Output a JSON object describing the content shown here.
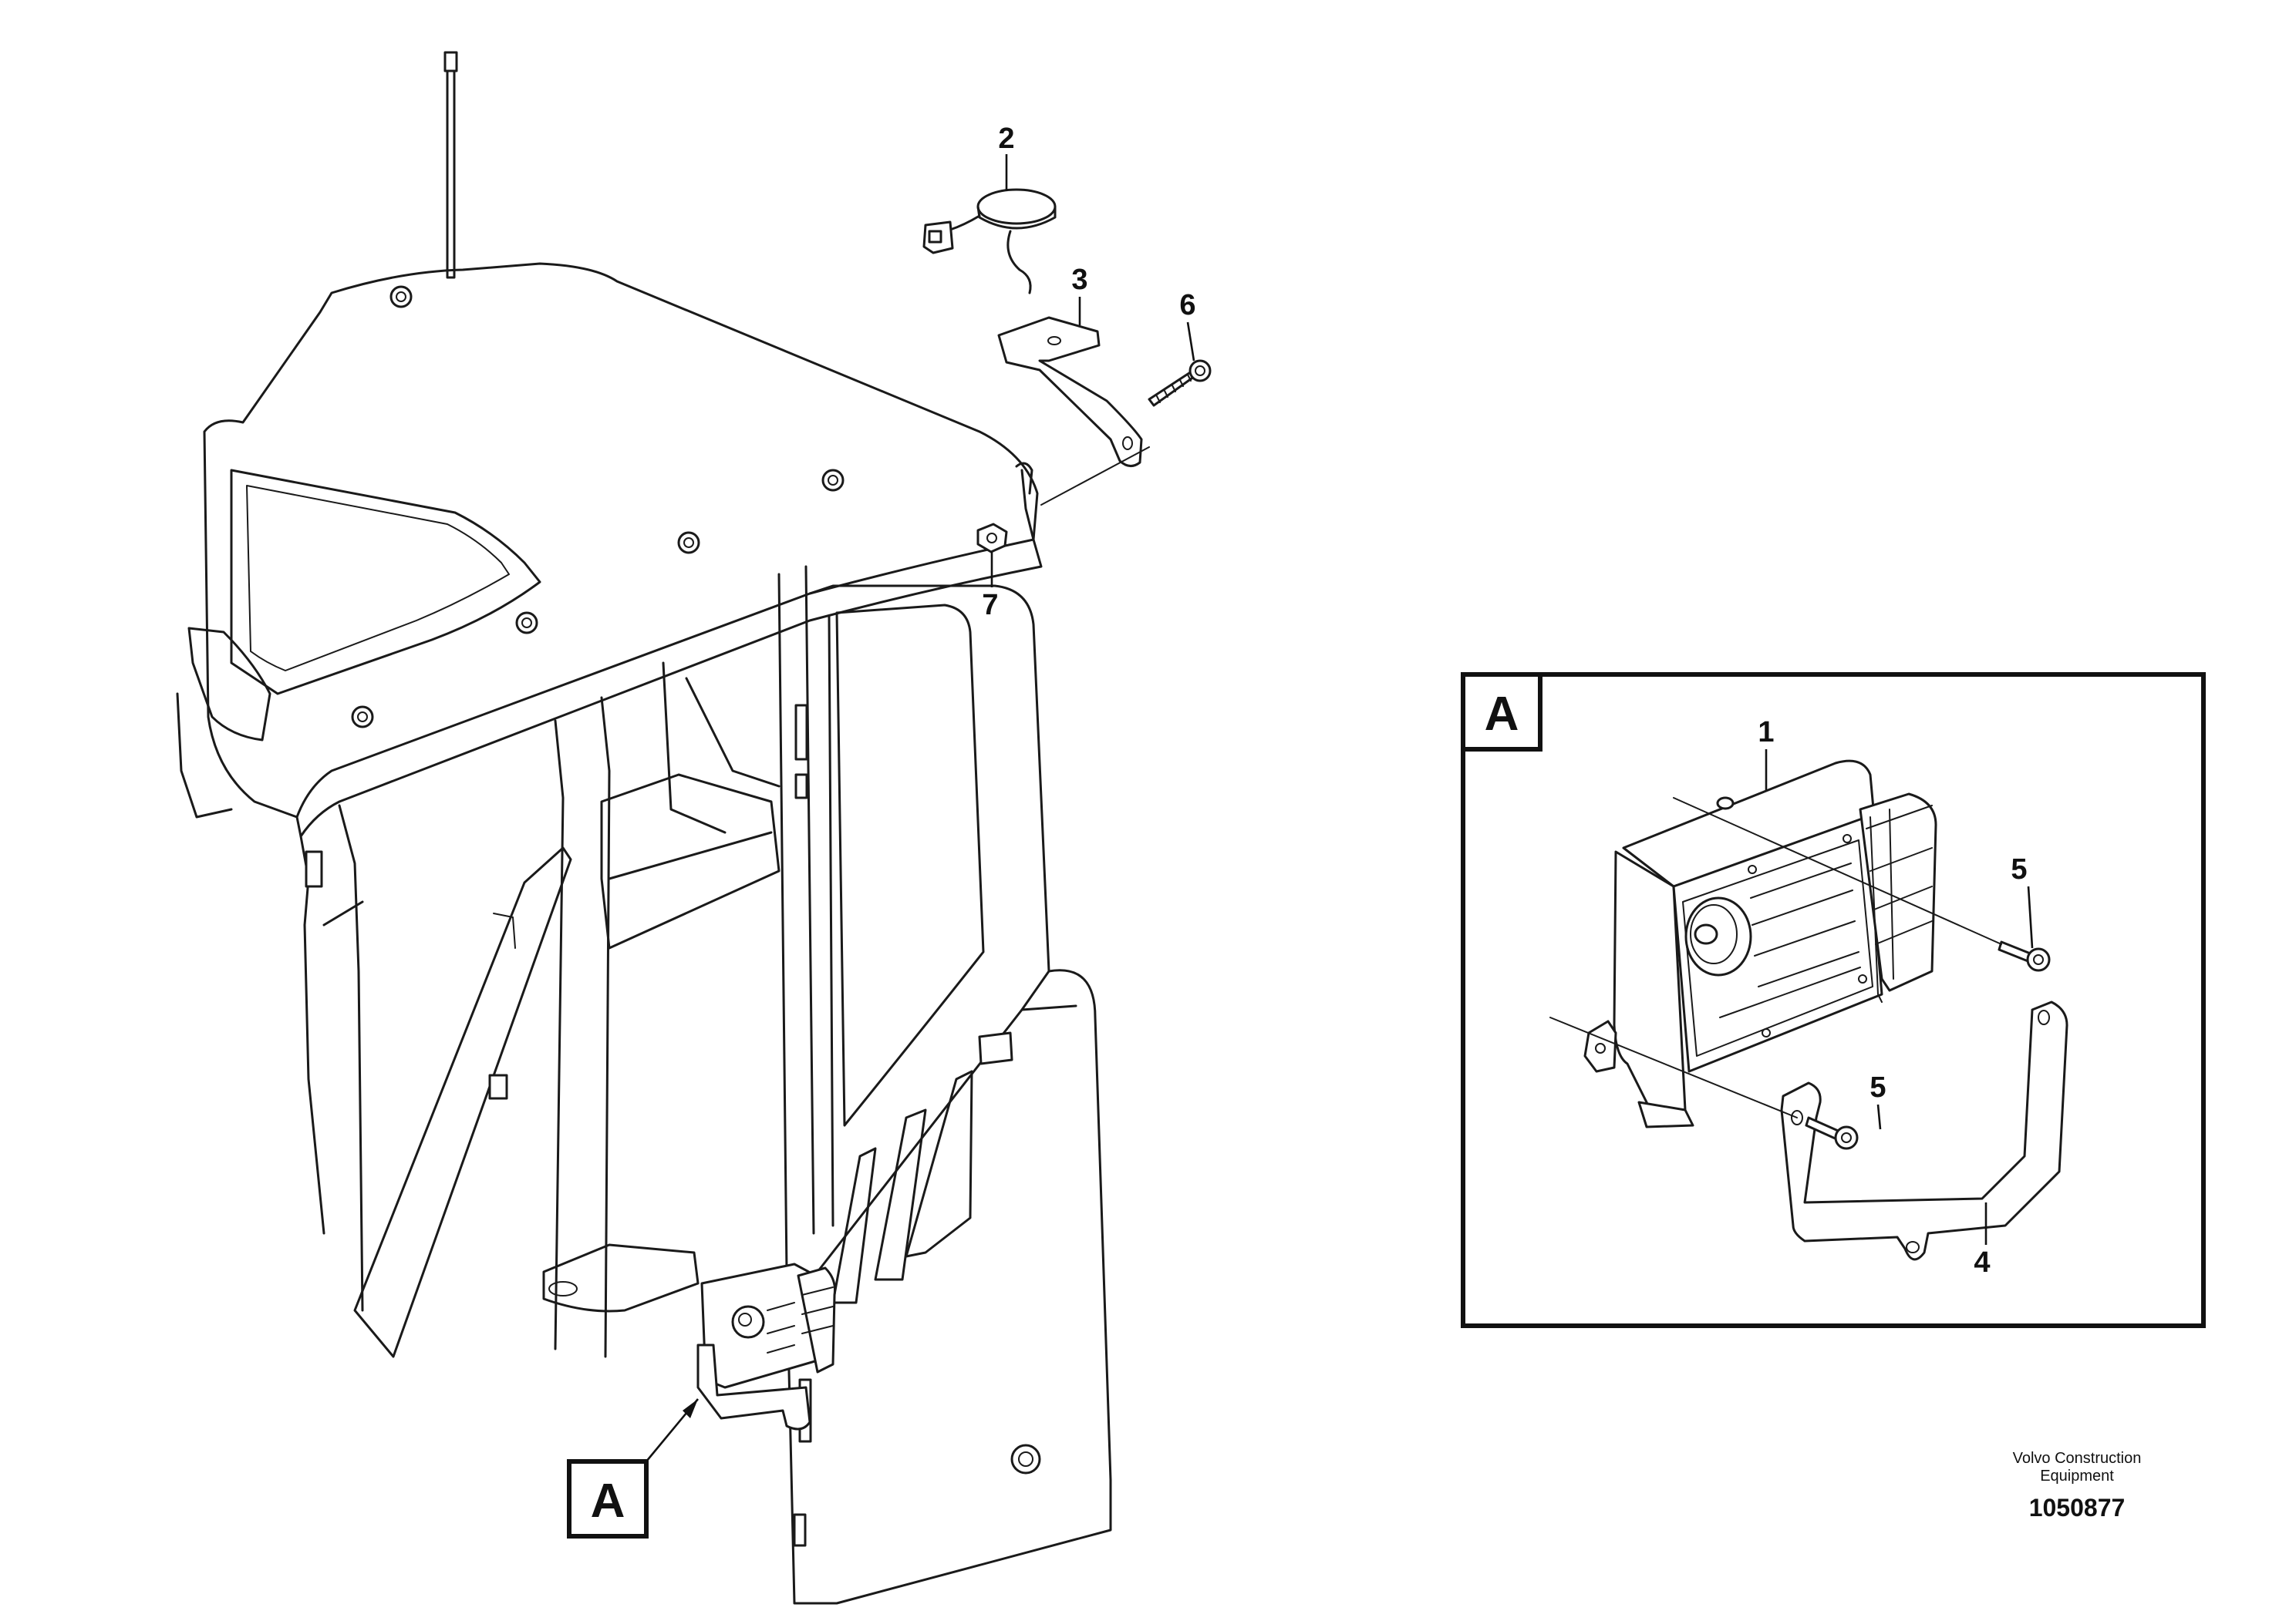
{
  "callouts": {
    "c1": "1",
    "c2": "2",
    "c3": "3",
    "c4": "4",
    "c5a": "5",
    "c5b": "5",
    "c6": "6",
    "c7": "7"
  },
  "detail": {
    "box_label": "A",
    "view_label": "A"
  },
  "footer": {
    "company_line1": "Volvo Construction",
    "company_line2": "Equipment",
    "ref_number": "1050877"
  },
  "colors": {
    "line": "#1a1a1a",
    "background": "#ffffff"
  }
}
